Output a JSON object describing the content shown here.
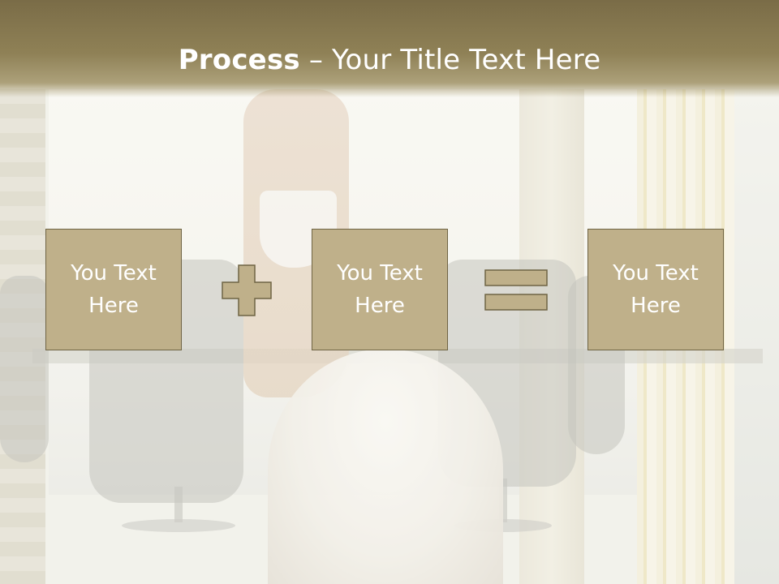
{
  "title": {
    "bold": "Process",
    "rest": " – Your Title Text Here"
  },
  "boxes": [
    {
      "text": "You Text\nHere"
    },
    {
      "text": "You Text\nHere"
    },
    {
      "text": "You Text\nHere"
    }
  ],
  "colors": {
    "box_fill": "#bfb08a",
    "box_border": "#6f6444",
    "title_bar": "#8f8156"
  },
  "icons": {
    "operator_1": "plus-icon",
    "operator_2": "equals-icon"
  }
}
